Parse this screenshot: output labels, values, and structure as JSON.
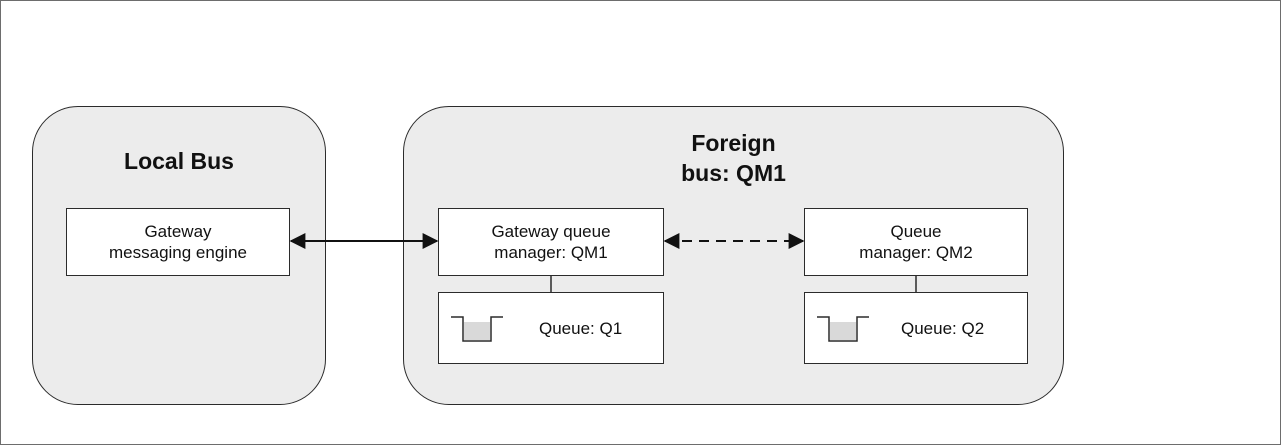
{
  "local_bus": {
    "title": "Local Bus",
    "gateway_engine": {
      "line1": "Gateway",
      "line2": "messaging engine"
    }
  },
  "foreign_bus": {
    "title_line1": "Foreign",
    "title_line2": "bus: QM1",
    "gateway_qm": {
      "line1": "Gateway queue",
      "line2": "manager: QM1"
    },
    "qm2": {
      "line1": "Queue",
      "line2": "manager: QM2"
    },
    "queue1": {
      "label": "Queue: Q1"
    },
    "queue2": {
      "label": "Queue: Q2"
    }
  },
  "connections": [
    {
      "from": "gateway-messaging-engine",
      "to": "gateway-queue-manager",
      "style": "solid",
      "direction": "both"
    },
    {
      "from": "gateway-queue-manager",
      "to": "queue-manager-qm2",
      "style": "dashed",
      "direction": "both"
    }
  ],
  "colors": {
    "group_fill": "#ececec",
    "queue_fill": "#d9d9d9",
    "stroke": "#2b2b2b"
  }
}
